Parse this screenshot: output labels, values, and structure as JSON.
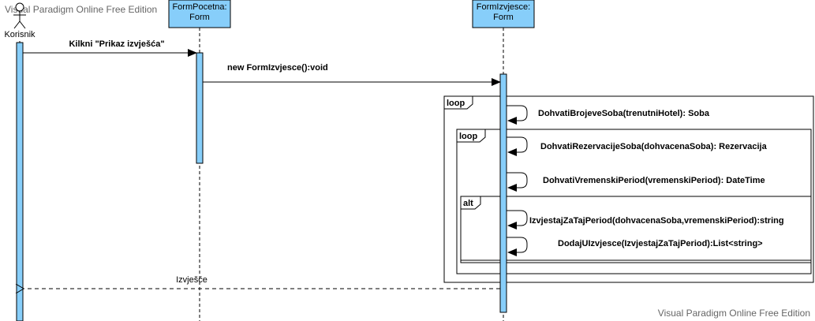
{
  "watermark": {
    "top": "Visual Paradigm Online Free Edition",
    "bottom": "Visual Paradigm Online Free Edition"
  },
  "colors": {
    "header_fill": "#87cefa",
    "activation_fill": "#87cefa",
    "stroke": "#000000"
  },
  "actor": {
    "name": "Korisnik",
    "icon": "stick-figure-actor-icon"
  },
  "lifelines": [
    {
      "line1": "FormPocetna:",
      "line2": "Form"
    },
    {
      "line1": "FormIzvjesce:",
      "line2": "Form"
    }
  ],
  "fragments": {
    "outer_loop": "loop",
    "inner_loop": "loop",
    "alt": "alt"
  },
  "messages": {
    "m1": "Kilkni \"Prikaz izvješća\"",
    "m2": "new FormIzvjesce():void",
    "m3": "DohvatiBrojeveSoba(trenutniHotel): Soba",
    "m4": "DohvatiRezervacijeSoba(dohvacenaSoba): Rezervacija",
    "m5": "DohvatiVremenskiPeriod(vremenskiPeriod): DateTime",
    "m6": "IzvjestajZaTajPeriod(dohvacenaSoba,vremenskiPeriod):string",
    "m7": "DodajUIzvjesce(IzvjestajZaTajPeriod):List<string>",
    "m8": "Izvješće"
  }
}
